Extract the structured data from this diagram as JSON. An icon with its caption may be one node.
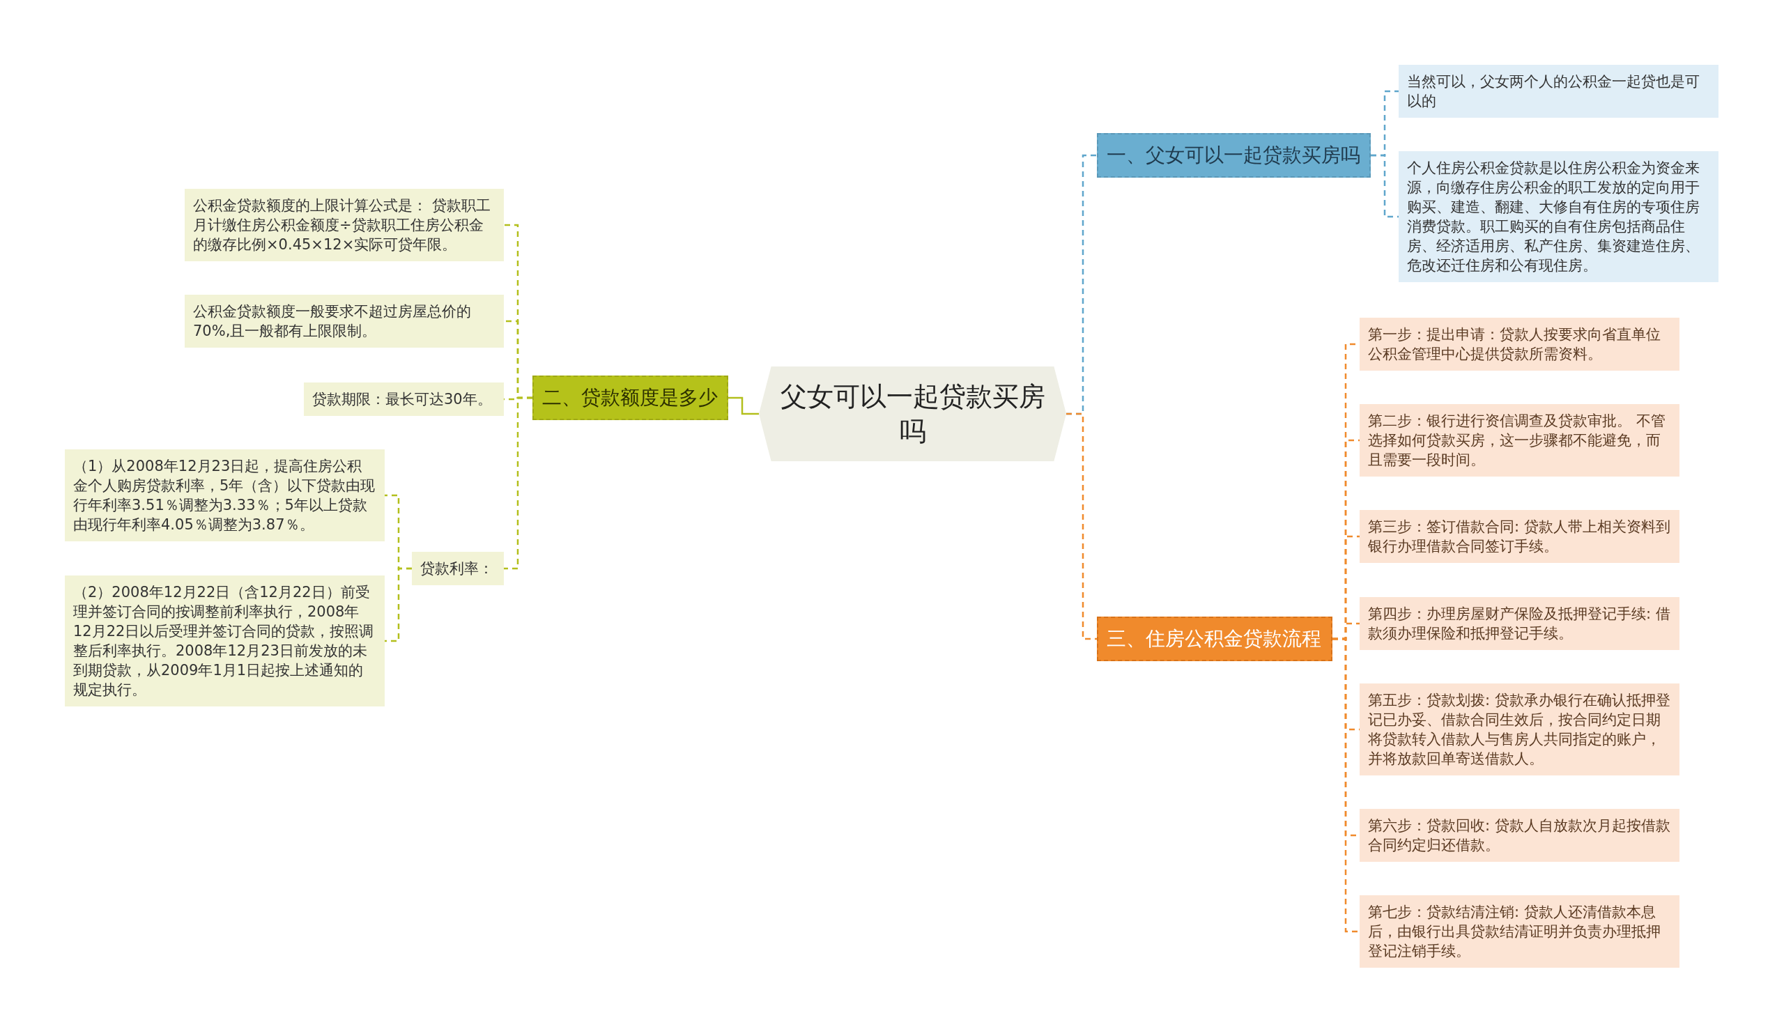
{
  "diagram": {
    "nodes": [
      {
        "text": [
          "父女可以一起贷款买房吗"
        ]
      },
      {
        "text": [
          "一、父女可以一起贷款买房吗"
        ]
      },
      {
        "text": [
          "当然可以，父女两个人的公积金一起贷也是可以的"
        ]
      },
      {
        "text": [
          "个人住房公积金贷款是以住房公积金为资金来源，向缴存住房公积金的职工发放的定向用于购买、建造、翻建、大修自有住房的专项住房消费贷款。职工购买的自有住房包括商品住房、经济适用房、私产住房、集资建造住房、危改还迁住房和公有现住房。"
        ]
      },
      {
        "text": [
          "二、贷款额度是多少"
        ]
      },
      {
        "text": [
          "公积金贷款额度的上限计算公式是： 贷款职工月计缴住房公积金额度÷贷款职工住房公积金的缴存比例×0.45×12×实际可贷年限。"
        ]
      },
      {
        "text": [
          "公积金贷款额度一般要求不超过房屋总价的70%,且一般都有上限限制。"
        ]
      },
      {
        "text": [
          "贷款期限：最长可达30年。"
        ]
      },
      {
        "text": [
          "贷款利率："
        ]
      },
      {
        "text": [
          "（1）从2008年12月23日起，提高住房公积金个人购房贷款利率，5年（含）以下贷款由现行年利率3.51％调整为3.33％；5年以上贷款由现行年利率4.05％调整为3.87％。"
        ]
      },
      {
        "text": [
          "（2）2008年12月22日（含12月22日）前受理并签订合同的按调整前利率执行，2008年12月22日以后受理并签订合同的贷款，按照调整后利率执行。2008年12月23日前发放的未到期贷款，从2009年1月1日起按上述通知的规定执行。"
        ]
      },
      {
        "text": [
          "三、住房公积金贷款流程"
        ]
      },
      {
        "text": [
          "第一步：提出申请：贷款人按要求向省直单位公积金管理中心提供贷款所需资料。"
        ]
      },
      {
        "text": [
          "第二步：银行进行资信调查及贷款审批。 不管选择如何贷款买房，这一步骤都不能避免，而且需要一段时间。"
        ]
      },
      {
        "text": [
          "第三步：签订借款合同: 贷款人带上相关资料到银行办理借款合同签订手续。"
        ]
      },
      {
        "text": [
          "第四步：办理房屋财产保险及抵押登记手续: 借款须办理保险和抵押登记手续。"
        ]
      },
      {
        "text": [
          "第五步：贷款划拨: 贷款承办银行在确认抵押登记已办妥、借款合同生效后，按合同约定日期将贷款转入借款人与售房人共同指定的账户，并将放款回单寄送借款人。"
        ]
      },
      {
        "text": [
          "第六步：贷款回收: 贷款人自放款次月起按借款合同约定归还借款。"
        ]
      },
      {
        "text": [
          "第七步：贷款结清注销: 贷款人还清借款本息后，由银行出具贷款结清证明并负责办理抵押登记注销手续。"
        ]
      }
    ],
    "edges": [
      {
        "from": 0,
        "to": 1,
        "arrow": "none",
        "style": "dashed",
        "color": "#5fa6cc"
      },
      {
        "from": 1,
        "to": 2,
        "arrow": "none",
        "style": "dashed",
        "color": "#5fa6cc"
      },
      {
        "from": 1,
        "to": 3,
        "arrow": "none",
        "style": "dashed",
        "color": "#5fa6cc"
      },
      {
        "from": 0,
        "to": 4,
        "arrow": "none",
        "color": "#b3bf1c"
      },
      {
        "from": 4,
        "to": 5,
        "arrow": "none",
        "style": "dashed",
        "color": "#b3bf1c"
      },
      {
        "from": 4,
        "to": 6,
        "arrow": "none",
        "style": "dashed",
        "color": "#b3bf1c"
      },
      {
        "from": 4,
        "to": 7,
        "arrow": "none",
        "style": "dashed",
        "color": "#b3bf1c"
      },
      {
        "from": 4,
        "to": 8,
        "arrow": "none",
        "style": "dashed",
        "color": "#b3bf1c"
      },
      {
        "from": 8,
        "to": 9,
        "arrow": "none",
        "style": "dashed",
        "color": "#b3bf1c"
      },
      {
        "from": 8,
        "to": 10,
        "arrow": "none",
        "style": "dashed",
        "color": "#b3bf1c"
      },
      {
        "from": 0,
        "to": 11,
        "arrow": "none",
        "style": "dashed"
      },
      {
        "from": 11,
        "to": 12,
        "arrow": "none",
        "style": "dashed"
      },
      {
        "from": 11,
        "to": 13,
        "arrow": "none",
        "style": "dashed"
      },
      {
        "from": 11,
        "to": 14,
        "arrow": "none",
        "style": "dashed"
      },
      {
        "from": 11,
        "to": 15,
        "arrow": "none",
        "style": "dashed"
      },
      {
        "from": 11,
        "to": 16,
        "arrow": "none",
        "style": "dashed"
      },
      {
        "from": 11,
        "to": 17,
        "arrow": "none",
        "style": "dashed"
      },
      {
        "from": 11,
        "to": 18,
        "arrow": "none",
        "style": "dashed"
      }
    ]
  }
}
